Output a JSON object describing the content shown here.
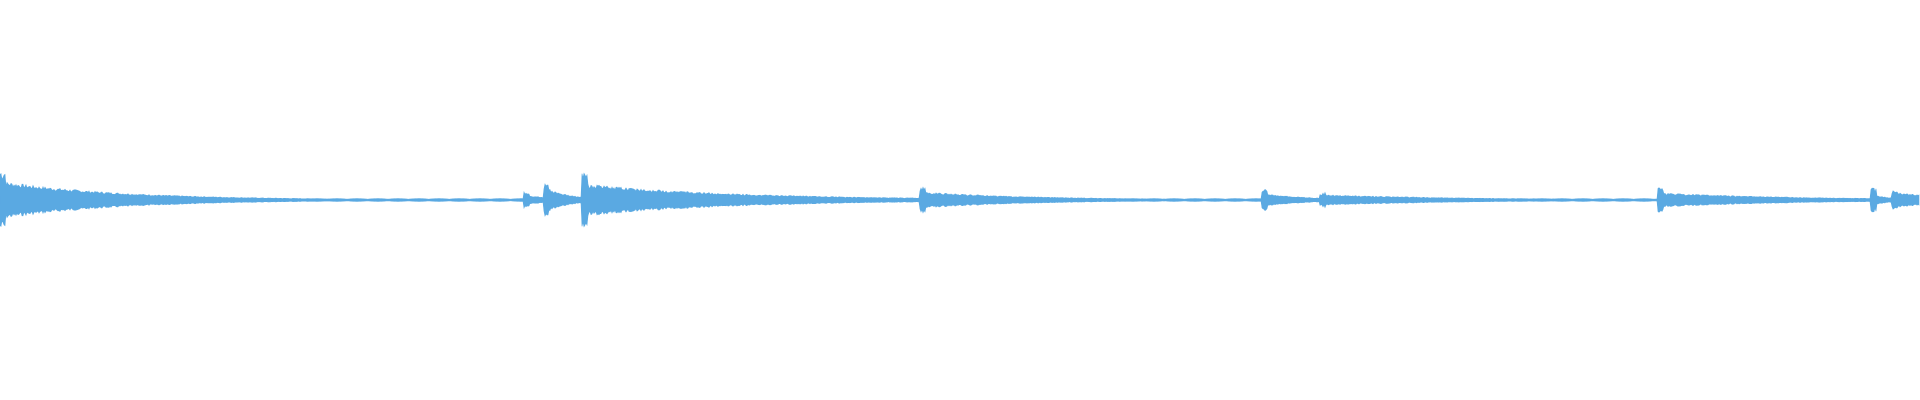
{
  "waveform": {
    "color": "#5aa9e2",
    "background": "#ffffff",
    "onsets": [
      {
        "t": 0.0,
        "peak": 0.8,
        "body": 0.42,
        "decay": 120
      },
      {
        "t": 0.2725,
        "peak": 0.22,
        "body": 0.12,
        "decay": 30
      },
      {
        "t": 0.283,
        "peak": 0.42,
        "body": 0.3,
        "decay": 25
      },
      {
        "t": 0.303,
        "peak": 0.82,
        "body": 0.36,
        "decay": 160
      },
      {
        "t": 0.479,
        "peak": 0.36,
        "body": 0.18,
        "decay": 120
      },
      {
        "t": 0.657,
        "peak": 0.28,
        "body": 0.14,
        "decay": 50
      },
      {
        "t": 0.687,
        "peak": 0.2,
        "body": 0.12,
        "decay": 150
      },
      {
        "t": 0.8635,
        "peak": 0.34,
        "body": 0.16,
        "decay": 140
      },
      {
        "t": 0.974,
        "peak": 0.3,
        "body": 0.14,
        "decay": 20
      },
      {
        "t": 0.985,
        "peak": 0.24,
        "body": 0.18,
        "decay": 60
      }
    ],
    "baseline": 0.035
  }
}
